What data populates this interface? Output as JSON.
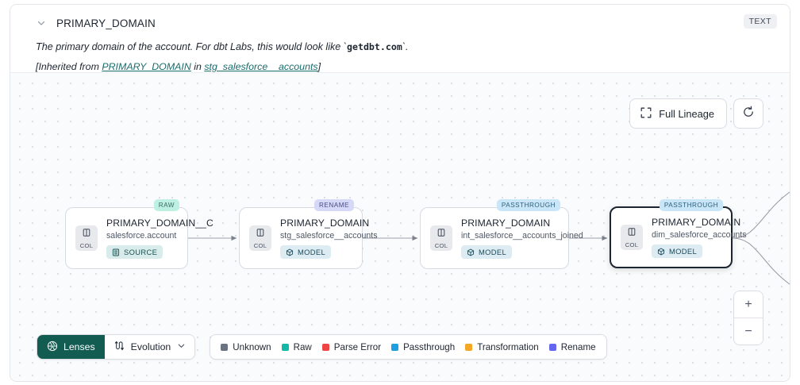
{
  "header": {
    "collapse_icon": "chevron-down-icon",
    "column_title": "PRIMARY_DOMAIN",
    "type_badge": "TEXT",
    "description_prefix": "The primary domain of the account. For dbt Labs, this would look like `",
    "description_code": "getdbt.com",
    "description_suffix": "`.",
    "inherited_open": "[Inherited from ",
    "inherited_link_column": "PRIMARY_DOMAIN",
    "inherited_mid": " in ",
    "inherited_link_model": "stg_salesforce__accounts",
    "inherited_close": "]"
  },
  "canvas_controls": {
    "full_lineage_label": "Full Lineage",
    "full_lineage_icon": "expand-icon",
    "refresh_icon": "refresh-icon",
    "zoom_in_label": "+",
    "zoom_out_label": "−"
  },
  "lineage": {
    "nodes": [
      {
        "tag": "RAW",
        "tag_class": "raw",
        "chip_label": "COL",
        "name": "PRIMARY_DOMAIN__C",
        "subtitle": "salesforce.account",
        "kind": "SOURCE",
        "kind_icon": "database-icon",
        "selected": false
      },
      {
        "tag": "RENAME",
        "tag_class": "rename",
        "chip_label": "COL",
        "name": "PRIMARY_DOMAIN",
        "subtitle": "stg_salesforce__accounts",
        "kind": "MODEL",
        "kind_icon": "cube-icon",
        "selected": false
      },
      {
        "tag": "PASSTHROUGH",
        "tag_class": "passthrough",
        "chip_label": "COL",
        "name": "PRIMARY_DOMAIN",
        "subtitle": "int_salesforce__accounts_joined",
        "kind": "MODEL",
        "kind_icon": "cube-icon",
        "selected": false
      },
      {
        "tag": "PASSTHROUGH",
        "tag_class": "passthrough",
        "chip_label": "COL",
        "name": "PRIMARY_DOMAIN",
        "subtitle": "dim_salesforce_accounts",
        "kind": "MODEL",
        "kind_icon": "cube-icon",
        "selected": true
      }
    ]
  },
  "bottom_bar": {
    "lenses_label": "Lenses",
    "lenses_icon": "aperture-icon",
    "evolution_label": "Evolution",
    "evolution_icon": "evolution-icon",
    "evolution_caret": "chevron-down-icon",
    "legend": [
      {
        "label": "Unknown",
        "color": "#6b7280"
      },
      {
        "label": "Raw",
        "color": "#14b8a6"
      },
      {
        "label": "Parse Error",
        "color": "#ef4444"
      },
      {
        "label": "Passthrough",
        "color": "#1ca0e3"
      },
      {
        "label": "Transformation",
        "color": "#f5a623"
      },
      {
        "label": "Rename",
        "color": "#6366f1"
      }
    ]
  }
}
